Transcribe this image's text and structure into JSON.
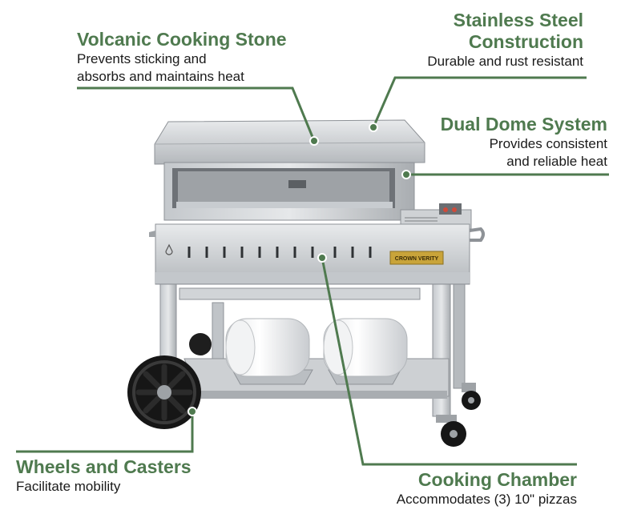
{
  "colors": {
    "accent": "#4f7a4f",
    "text": "#1a1a1a",
    "steel_light": "#d9dcdf",
    "steel_mid": "#b9bdc1",
    "steel_dark": "#8e9297",
    "tire": "#161616",
    "brand_plate": "#c9a43a"
  },
  "callouts": {
    "volcanic": {
      "title": "Volcanic Cooking Stone",
      "line1": "Prevents sticking and",
      "line2": "absorbs and maintains heat"
    },
    "stainless": {
      "title_line1": "Stainless Steel",
      "title_line2": "Construction",
      "line1": "Durable and rust resistant"
    },
    "dome": {
      "title": "Dual Dome System",
      "line1": "Provides consistent",
      "line2": "and reliable heat"
    },
    "wheels": {
      "title": "Wheels and Casters",
      "line1": "Facilitate mobility"
    },
    "chamber": {
      "title": "Cooking Chamber",
      "line1": "Accommodates (3) 10\" pizzas"
    }
  },
  "product": {
    "brand_plate_text": "CROWN VERITY",
    "icons": [
      "pizza-oven-cart-illustration",
      "propane-tank-icon",
      "wheel-icon",
      "caster-icon",
      "control-knob-icon"
    ]
  }
}
